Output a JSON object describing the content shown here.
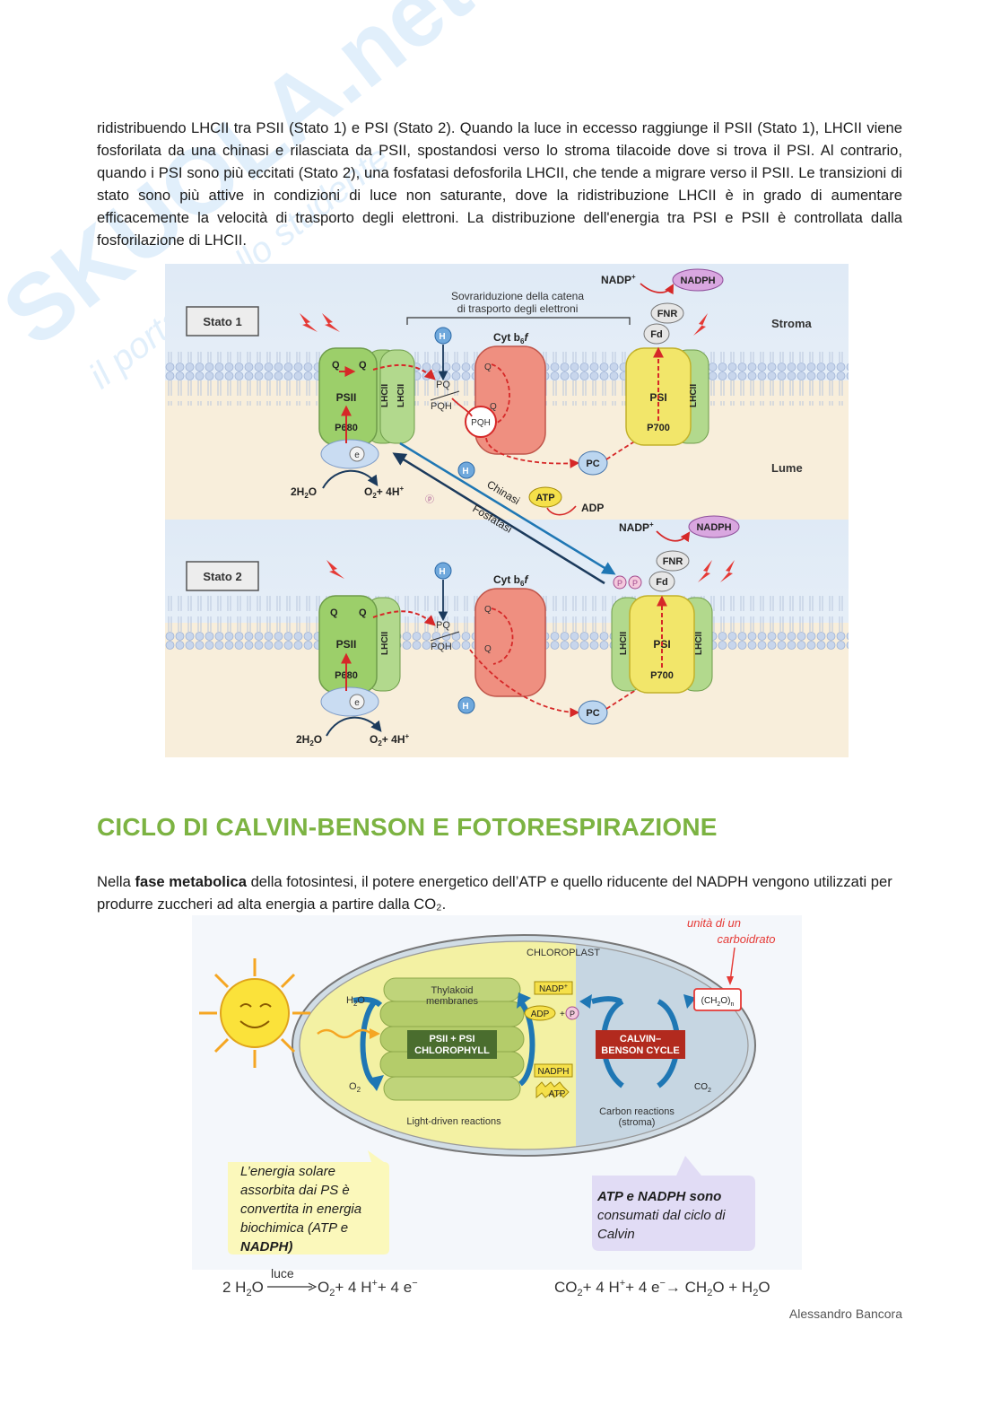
{
  "intro": {
    "text": "ridistribuendo LHCII tra PSII (Stato 1) e PSI (Stato 2). Quando la luce in eccesso raggiunge il PSII (Stato 1), LHCII viene fosforilata da una chinasi e rilasciata da PSII, spostandosi verso lo stroma tilacoide dove si trova il PSI. Al contrario, quando i PSI sono più eccitati (Stato 2), una fosfatasi defosforila LHCII, che tende a migrare verso il PSII. Le transizioni di stato sono più attive in condizioni di luce non saturante, dove la ridistribuzione LHCII è in grado di aumentare efficacemente la velocità di trasporto degli elettroni. La distribuzione dell'energia tra PSI e PSII è controllata dalla fosforilazione di LHCII."
  },
  "figure1": {
    "stato1": "Stato 1",
    "stato2": "Stato 2",
    "stroma": "Stroma",
    "lume": "Lume",
    "overreduction": "Sovrariduzione della catena",
    "overreduction2": "di trasporto degli elettroni",
    "psii": "PSII",
    "psi": "PSI",
    "p680": "P680",
    "p700": "P700",
    "lhcii": "LHCII",
    "cyt": "Cyt b",
    "cyt_sub": "6",
    "cyt_f": "f",
    "pq": "PQ",
    "pqh2": "PQH",
    "pqh": "PQH",
    "pc": "PC",
    "fd": "Fd",
    "fnr": "FNR",
    "nadp": "NADP",
    "nadph": "NADPH",
    "atp": "ATP",
    "adp": "ADP",
    "h": "H",
    "p": "P",
    "e": "e",
    "water": "2H",
    "oxygen": "O",
    "plus4h": "+ 4H",
    "qa": "Q",
    "qb": "Q",
    "q1": "Q",
    "chinasi": "Chinasi",
    "fosfatasi": "Fosfatasi"
  },
  "heading": "CICLO DI CALVIN-BENSON E FOTORESPIRAZIONE",
  "para2": {
    "before": "Nella ",
    "bold": "fase metabolica",
    "after": " della fotosintesi, il potere energetico dell’ATP e quello riducente del NADPH vengono utilizzati per produrre zuccheri ad alta energia a partire dalla CO₂."
  },
  "figure2": {
    "carb_note1": "unità di un",
    "carb_note2": "carboidrato",
    "chloroplast": "CHLOROPLAST",
    "thylakoid1": "Thylakoid",
    "thylakoid2": "membranes",
    "ps_label1": "PSII + PSI",
    "ps_label2": "CHLOROPHYLL",
    "calvin1": "CALVIN–",
    "calvin2": "BENSON CYCLE",
    "h2o": "H",
    "o2": "O",
    "nadp": "NADP",
    "adp": "ADP",
    "p": "P",
    "nadph": "NADPH",
    "atp": "ATP",
    "ch2o": "(CH",
    "co2": "CO",
    "light_reactions": "Light-driven reactions",
    "carbon1": "Carbon reactions",
    "carbon2": "(stroma)",
    "bubble_left": [
      "L’energia solare",
      "assorbita dai PS è",
      "convertita in energia",
      "biochimica (ATP e",
      "NADPH)"
    ],
    "bubble_right": [
      "ATP e NADPH sono",
      "consumati dal ciclo di",
      "Calvin"
    ],
    "eq_left_luce": "luce",
    "eq_left_a": "2 H",
    "eq_left_b": "O",
    "eq_left_c": "O",
    "eq_left_d": "+ 4 H",
    "eq_left_e": "+ 4 e",
    "eq_right_a": "CO",
    "eq_right_b": "+ 4 H",
    "eq_right_c": "+ 4 e",
    "eq_right_d": "→ CH",
    "eq_right_e": "O + H",
    "eq_right_f": "O"
  },
  "footer": "Alessandro Bancora",
  "watermark": {
    "brand": "SKUOLA.net",
    "tagline": "il portale dello studente"
  },
  "colors": {
    "heading": "#7cb342",
    "psii_green": "#9ccf6a",
    "psi_yellow": "#f2e66a",
    "cytb6f_red": "#ef8f80",
    "nadph_purple": "#d9a7e0",
    "atp_yellow": "#f5e04a",
    "calvin_red": "#b22a1e",
    "ps_dark_green": "#4a6d2e",
    "arrow_blue": "#1f77b4"
  }
}
